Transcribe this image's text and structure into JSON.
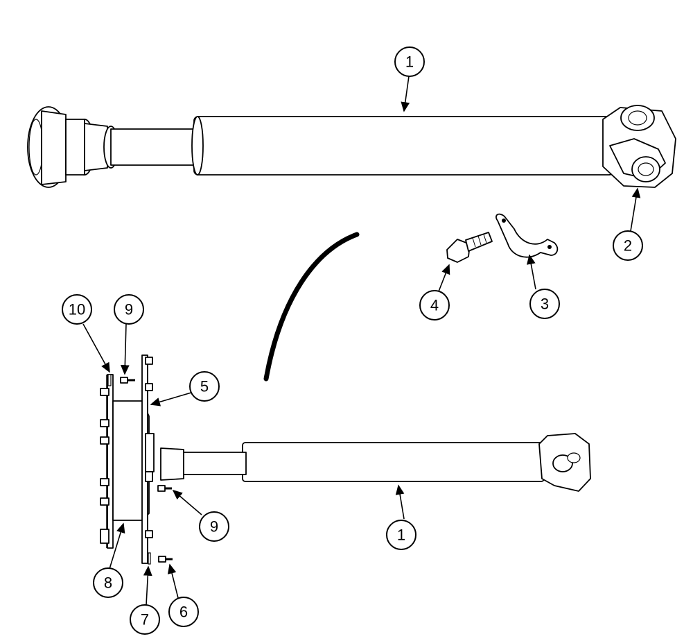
{
  "diagram": {
    "callouts": [
      {
        "id": "c1a",
        "label": "1"
      },
      {
        "id": "c2",
        "label": "2"
      },
      {
        "id": "c3",
        "label": "3"
      },
      {
        "id": "c4",
        "label": "4"
      },
      {
        "id": "c10",
        "label": "10"
      },
      {
        "id": "c9a",
        "label": "9"
      },
      {
        "id": "c5",
        "label": "5"
      },
      {
        "id": "c9b",
        "label": "9"
      },
      {
        "id": "c1b",
        "label": "1"
      },
      {
        "id": "c8",
        "label": "8"
      },
      {
        "id": "c7",
        "label": "7"
      },
      {
        "id": "c6",
        "label": "6"
      }
    ]
  },
  "colors": {
    "line": "#000000",
    "background": "#ffffff"
  }
}
